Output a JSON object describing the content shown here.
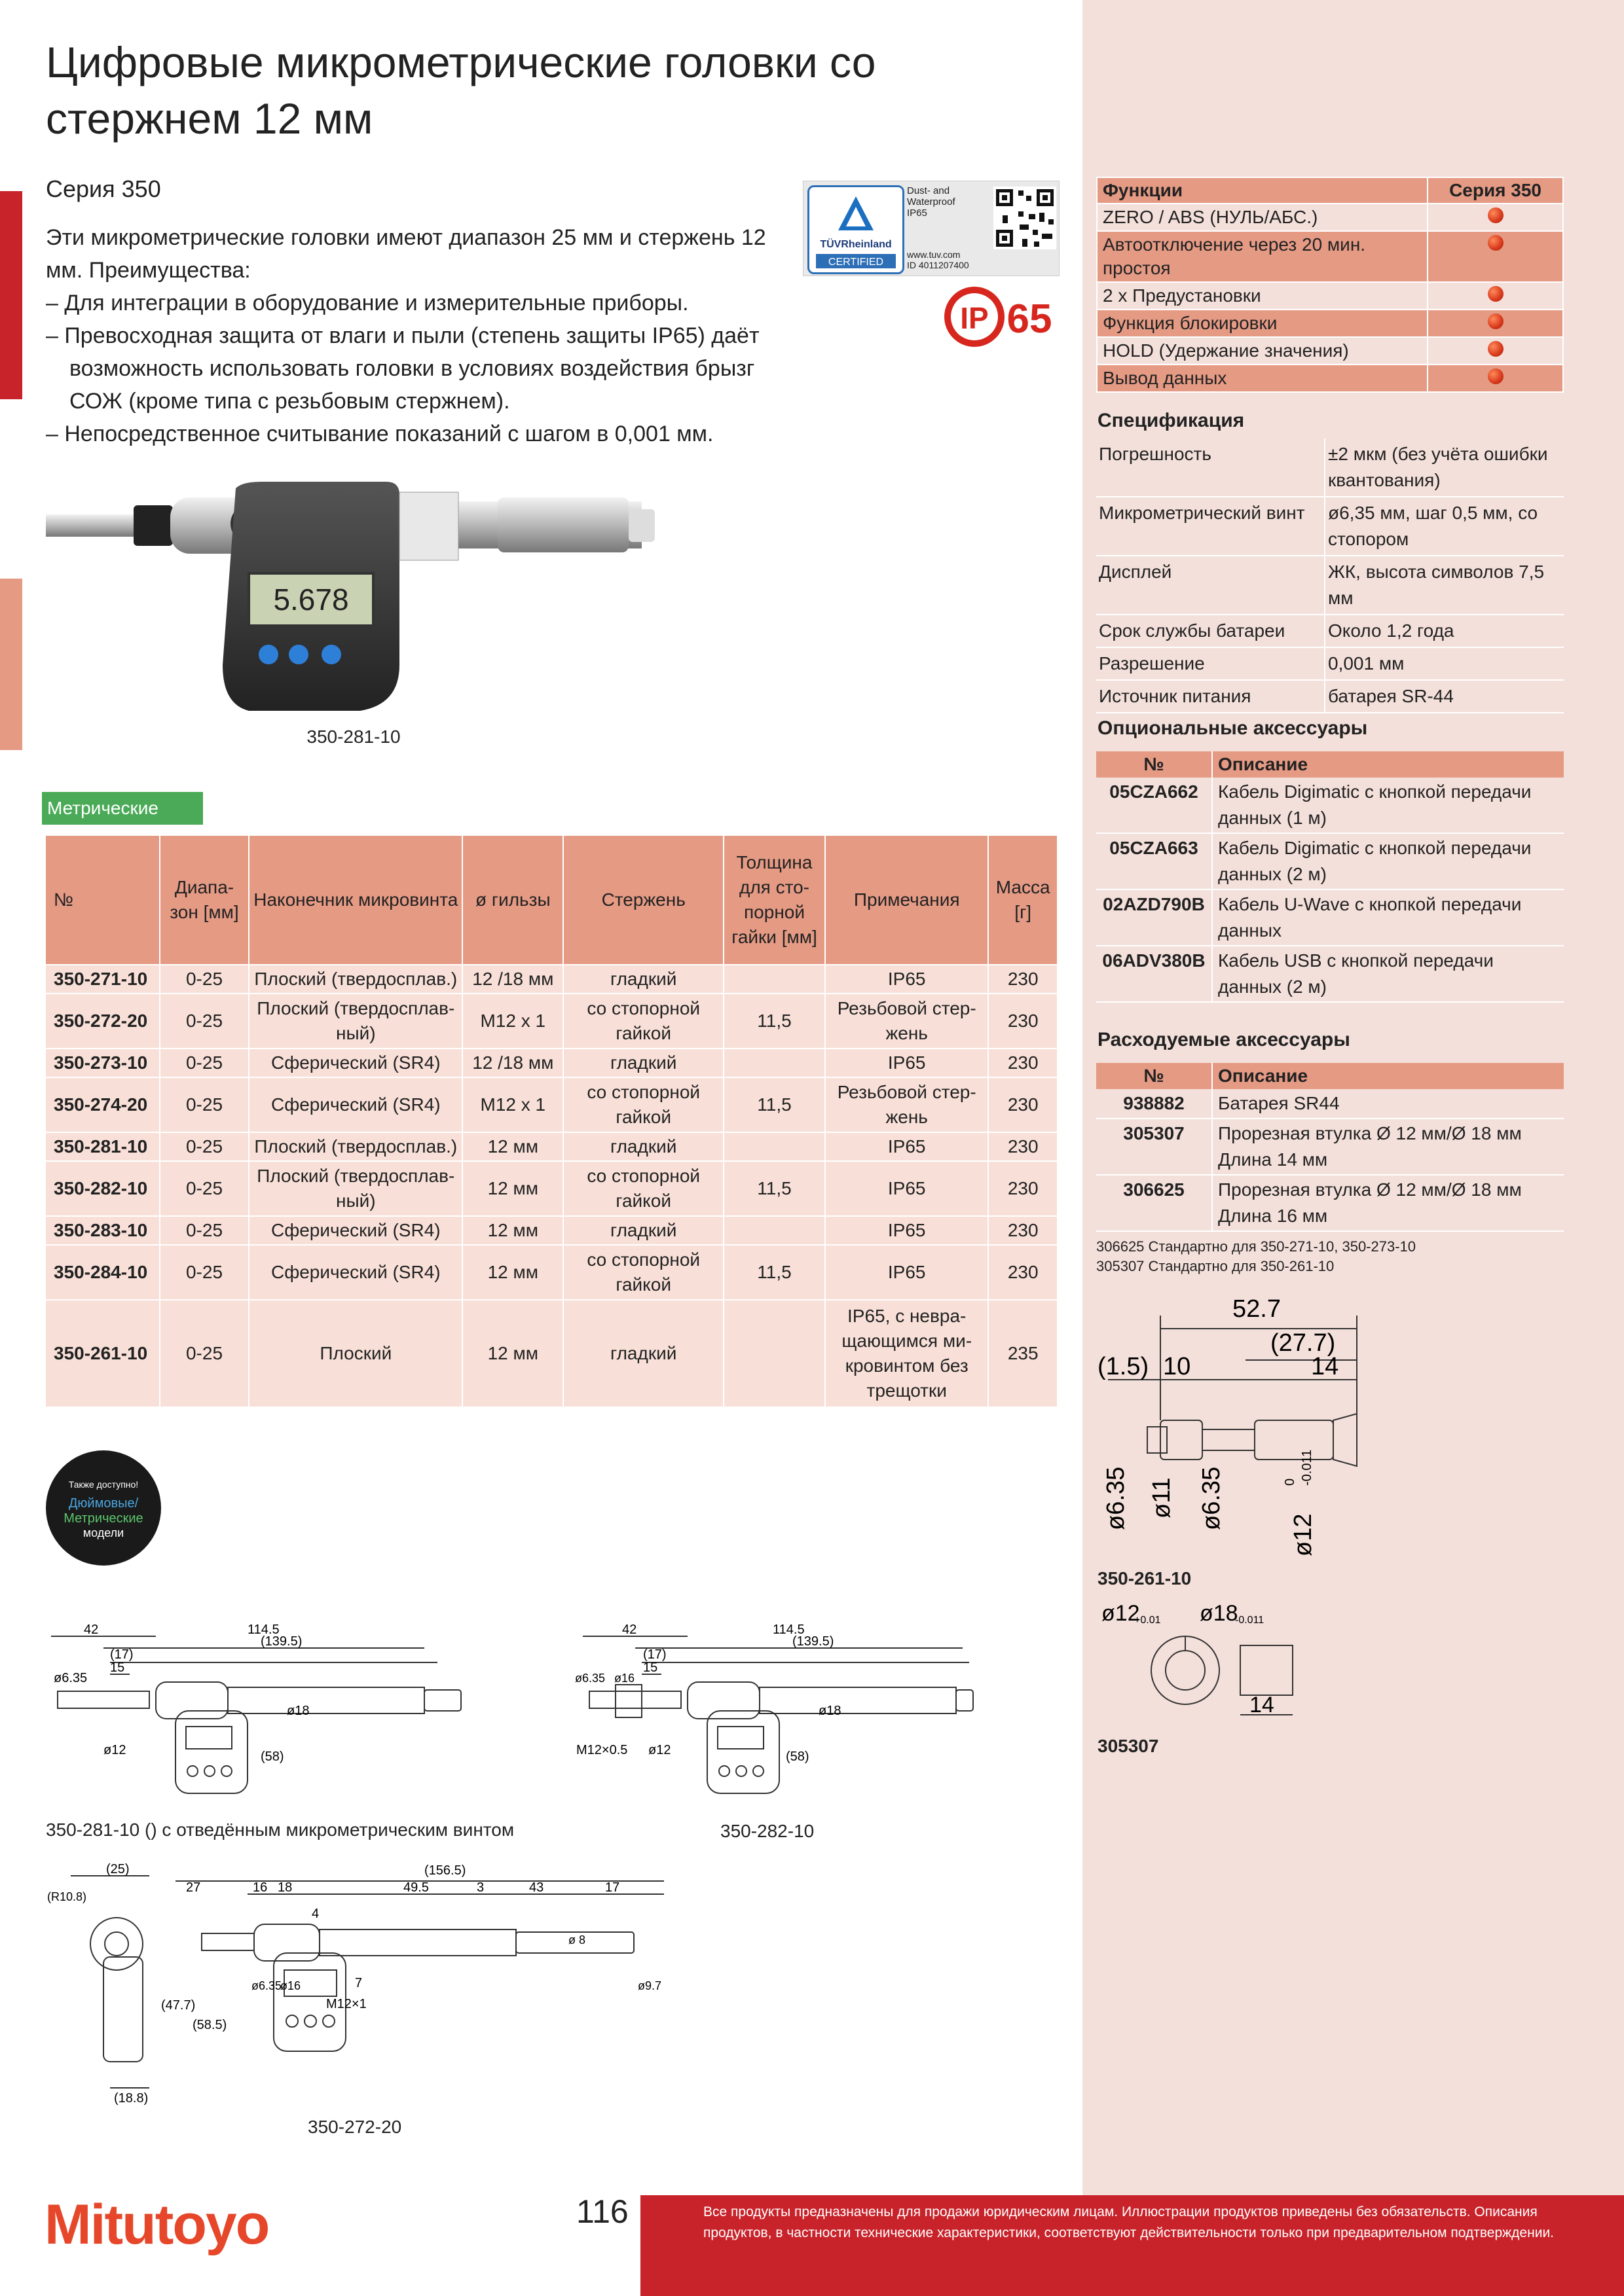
{
  "title_line1": "Цифровые микрометрические головки со",
  "title_line2": "стержнем 12 мм",
  "series": "Серия 350",
  "intro": {
    "p1": "Эти микрометрические головки имеют диапазон 25 мм и стержень 12 мм. Преимущества:",
    "b1": "– Для интеграции в оборудование и измерительные приборы.",
    "b2": "– Превосходная защита от влаги и пыли (степень защиты IP65) даёт возможность использовать головки в условиях воздействия брызг СОЖ (кроме типа с резьбовым стержнем).",
    "b3": "– Непосредственное считывание показаний с шагом в 0,001 мм."
  },
  "cert": {
    "tuv_name": "TÜVRheinland",
    "tuv_certified": "CERTIFIED",
    "dust": "Dust- and",
    "water": "Waterproof",
    "ip": "IP65",
    "www": "www.tuv.com",
    "id": "ID 4011207400",
    "ip65_logo_ip": "IP",
    "ip65_logo_num": "65"
  },
  "product_photo": {
    "caption": "350-281-10",
    "display": "5.678"
  },
  "metric_tag": "Метрические",
  "main_table": {
    "headers": [
      "№",
      "Диапа-зон [мм]",
      "Наконечник микровинта",
      "ø гильзы",
      "Стержень",
      "Толщина для сто-порной гайки [мм]",
      "Примечания",
      "Масса [г]"
    ],
    "rows": [
      [
        "350-271-10",
        "0-25",
        "Плоский (твердосплав.)",
        "12 /18 мм",
        "гладкий",
        "",
        "IP65",
        "230"
      ],
      [
        "350-272-20",
        "0-25",
        "Плоский (твердосплав-ный)",
        "M12 x 1",
        "со стопорной гайкой",
        "11,5",
        "Резьбовой стер-жень",
        "230"
      ],
      [
        "350-273-10",
        "0-25",
        "Сферический (SR4)",
        "12 /18 мм",
        "гладкий",
        "",
        "IP65",
        "230"
      ],
      [
        "350-274-20",
        "0-25",
        "Сферический (SR4)",
        "M12 x 1",
        "со стопорной гайкой",
        "11,5",
        "Резьбовой стер-жень",
        "230"
      ],
      [
        "350-281-10",
        "0-25",
        "Плоский (твердосплав.)",
        "12 мм",
        "гладкий",
        "",
        "IP65",
        "230"
      ],
      [
        "350-282-10",
        "0-25",
        "Плоский (твердосплав-ный)",
        "12 мм",
        "со стопорной гайкой",
        "11,5",
        "IP65",
        "230"
      ],
      [
        "350-283-10",
        "0-25",
        "Сферический (SR4)",
        "12 мм",
        "гладкий",
        "",
        "IP65",
        "230"
      ],
      [
        "350-284-10",
        "0-25",
        "Сферический (SR4)",
        "12 мм",
        "со стопорной гайкой",
        "11,5",
        "IP65",
        "230"
      ],
      [
        "350-261-10",
        "0-25",
        "Плоский",
        "12 мм",
        "гладкий",
        "",
        "IP65, с невра-щающимся ми-кровинтом без трещотки",
        "235"
      ]
    ]
  },
  "badge": {
    "l1": "Также доступно!",
    "l2": "Дюймовые/",
    "l3": "Метрические",
    "l4": "модели"
  },
  "func_table": {
    "h1": "Функции",
    "h2": "Серия 350",
    "rows": [
      "ZERO / ABS (НУЛЬ/АБС.)",
      "Автоотключение через 20 мин. простоя",
      "2 x Предустановки",
      "Функция блокировки",
      "HOLD (Удержание значения)",
      "Вывод данных"
    ]
  },
  "spec": {
    "heading": "Спецификация",
    "rows": [
      [
        "Погрешность",
        "±2 мкм (без учёта ошибки квантования)"
      ],
      [
        "Микрометрический винт",
        "ø6,35 мм, шаг 0,5 мм, со стопором"
      ],
      [
        "Дисплей",
        "ЖК, высота символов 7,5 мм"
      ],
      [
        "Срок службы батареи",
        "Около 1,2 года"
      ],
      [
        "Разрешение",
        "0,001 мм"
      ],
      [
        "Источник питания",
        "батарея SR-44"
      ]
    ]
  },
  "opt_acc": {
    "heading": "Опциональные аксессуары",
    "h1": "№",
    "h2": "Описание",
    "rows": [
      [
        "05CZA662",
        "Кабель Digimatic с кнопкой передачи данных (1 м)"
      ],
      [
        "05CZA663",
        "Кабель Digimatic с кнопкой передачи данных (2 м)"
      ],
      [
        "02AZD790B",
        "Кабель U-Wave с кнопкой передачи данных"
      ],
      [
        "06ADV380B",
        "Кабель USB с кнопкой передачи данных (2 м)"
      ]
    ]
  },
  "cons_acc": {
    "heading": "Расходуемые аксессуары",
    "h1": "№",
    "h2": "Описание",
    "rows": [
      [
        "938882",
        "Батарея SR44"
      ],
      [
        "305307",
        "Прорезная втулка Ø 12 мм/Ø 18 мм Длина 14 мм"
      ],
      [
        "306625",
        "Прорезная втулка Ø 12 мм/Ø 18 мм Длина 16 мм"
      ]
    ],
    "note1": "306625 Стандартно для 350-271-10, 350-273-10",
    "note2": "305307 Стандартно для 350-261-10"
  },
  "drawing_261": {
    "caption": "350-261-10",
    "d_total": "52.7",
    "d_27": "(27.7)",
    "d_15": "(1.5)",
    "d_10": "10",
    "d_14": "14",
    "v1": "ø6.35",
    "v2": "ø11",
    "v3": "ø6.35",
    "v4": "ø12",
    "tol_top": "0",
    "tol_bot": "-0.011"
  },
  "drawing_305307": {
    "caption": "305307",
    "d1": "ø12",
    "d1_tol": "+0.01",
    "d2": "ø18",
    "d2_tol": "-0.011",
    "len": "14"
  },
  "drawing_281": {
    "caption": "350-281-10   () с отведённым микрометрическим винтом",
    "d42": "42",
    "d1145": "114.5",
    "d1395": "(139.5)",
    "d17": "(17)",
    "d15": "15",
    "d635": "ø6.35",
    "d18": "ø18",
    "d12": "ø12",
    "d58": "(58)"
  },
  "drawing_282": {
    "caption": "350-282-10",
    "d42": "42",
    "d1145": "114.5",
    "d1395": "(139.5)",
    "d17": "(17)",
    "d15": "15",
    "d635": "ø6.35",
    "d16": "ø16",
    "d18": "ø18",
    "d12": "ø12",
    "d58": "(58)",
    "m12": "M12×0.5"
  },
  "drawing_272": {
    "caption": "350-272-20",
    "d25": "(25)",
    "r108": "(R10.8)",
    "d477": "(47.7)",
    "d585": "(58.5)",
    "d188": "(18.8)",
    "d1565": "(156.5)",
    "d27": "27",
    "d16": "16",
    "d18": "18",
    "d495": "49.5",
    "d3": "3",
    "d43": "43",
    "d17": "17",
    "d4": "4",
    "d7": "7",
    "m12x1": "M12×1",
    "d635": "ø6.35",
    "ds16": "ø16",
    "d97": "ø9.7",
    "d8": "ø 8"
  },
  "footer": {
    "logo": "Mitutoyo",
    "page": "116",
    "text": "Все продукты предназначены для продажи юридическим лицам. Иллюстрации продуктов приведены без обязательств. Описания продуктов, в частности технические характеристики, соответствуют действительности только при предварительном подтверждении."
  },
  "colors": {
    "accent": "#e59a84",
    "light": "#f8e0d8",
    "panel": "#f4e0da",
    "red": "#c8232b",
    "green": "#4aaa57"
  }
}
